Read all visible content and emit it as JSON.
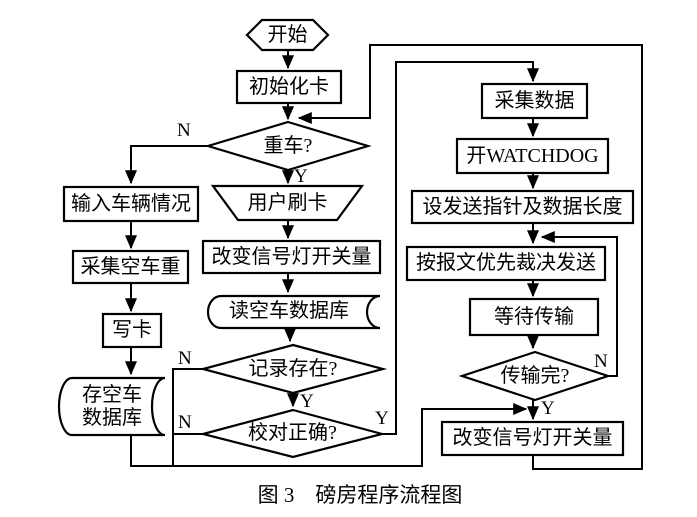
{
  "figure": {
    "caption": "图 3　磅房程序流程图",
    "background_color": "#ffffff",
    "line_color": "#000000"
  },
  "nodes": {
    "start": {
      "label": "开始",
      "shape": "terminal-hexagon"
    },
    "init_card": {
      "label": "初始化卡",
      "shape": "rect"
    },
    "heavy_truck": {
      "label": "重车?",
      "shape": "diamond"
    },
    "user_swipe": {
      "label": "用户刷卡",
      "shape": "trapezoid"
    },
    "change_signal_mid": {
      "label": "改变信号灯开关量",
      "shape": "rect"
    },
    "read_empty_db": {
      "label": "读空车数据库",
      "shape": "stored-data"
    },
    "record_exists": {
      "label": "记录存在?",
      "shape": "diamond"
    },
    "verify_correct": {
      "label": "校对正确?",
      "shape": "diamond"
    },
    "input_vehicle": {
      "label": "输入车辆情况",
      "shape": "rect"
    },
    "collect_empty_weight": {
      "label": "采集空车重",
      "shape": "rect"
    },
    "write_card": {
      "label": "写卡",
      "shape": "rect"
    },
    "store_empty_db": {
      "label_line1": "存空车",
      "label_line2": "数据库",
      "shape": "stored-data"
    },
    "collect_data": {
      "label": "采集数据",
      "shape": "rect"
    },
    "open_watchdog": {
      "label": "开WATCHDOG",
      "shape": "rect"
    },
    "set_pointer_length": {
      "label": "设发送指针及数据长度",
      "shape": "rect"
    },
    "priority_send": {
      "label": "按报文优先裁决发送",
      "shape": "rect"
    },
    "wait_transfer": {
      "label": "等待传输",
      "shape": "rect"
    },
    "transfer_done": {
      "label": "传输完?",
      "shape": "diamond"
    },
    "change_signal_bottom": {
      "label": "改变信号灯开关量",
      "shape": "rect"
    }
  },
  "branch_labels": {
    "heavy_truck_n": "N",
    "heavy_truck_y": "Y",
    "record_exists_n": "N",
    "record_exists_y": "Y",
    "verify_correct_n": "N",
    "verify_correct_y": "Y",
    "transfer_done_n": "N",
    "transfer_done_y": "Y"
  }
}
